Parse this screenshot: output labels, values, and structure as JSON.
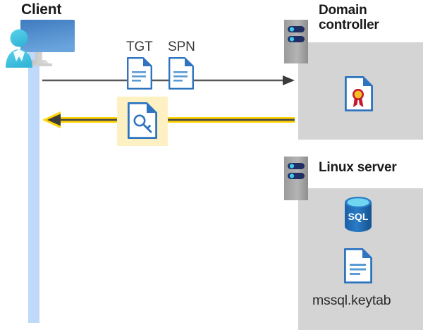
{
  "diagram": {
    "title_client": "Client",
    "title_domain_controller": "Domain\ncontroller",
    "title_domain_controller_line1": "Domain",
    "title_domain_controller_line2": "controller",
    "title_linux_server": "Linux server",
    "labels": {
      "tgt": "TGT",
      "spn": "SPN",
      "keytab_file": "mssql.keytab"
    },
    "icons": {
      "client": "client-user-monitor-icon",
      "tgt_doc": "document-icon",
      "spn_doc": "document-icon",
      "key_doc": "key-document-icon",
      "certificate_doc": "certificate-document-icon",
      "keytab_doc": "document-icon",
      "sql_db": "sql-database-icon",
      "dc_server": "server-rack-icon",
      "linux_server": "server-rack-icon",
      "arrow_request": "arrow-right-icon",
      "arrow_response": "arrow-left-icon"
    },
    "sql_badge_text": "SQL",
    "colors": {
      "panel_gray": "#d4d4d4",
      "lifeline_blue": "#bfd9fb",
      "doc_blue": "#2e74c0",
      "doc_fill": "#ffffff",
      "doc_line_blue": "#5b9bd5",
      "highlight_yellow": "#fdf1c4",
      "arrow_yellow": "#ffd400",
      "arrow_gray": "#585858",
      "server_gray": "#a6a6a6",
      "server_navy": "#1f2f64",
      "server_dot_cyan": "#3fc8f0",
      "sql_blue": "#1f6fbe",
      "sql_top_cyan": "#6fd6f2",
      "cert_gold": "#f5c026",
      "cert_red": "#c3192b",
      "title_black": "#1a1a1a",
      "monitor_blue_top": "#4a86c8",
      "monitor_blue_bottom": "#5f9ad8",
      "person_cyan": "#46c6e3"
    }
  }
}
